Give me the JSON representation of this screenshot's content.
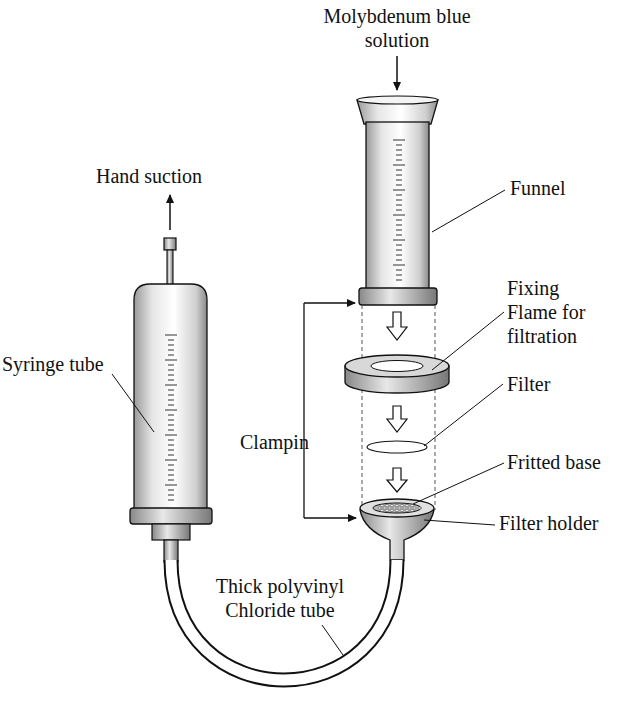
{
  "diagram": {
    "labels": [
      "Molybdenum blue solution",
      "Hand suction",
      "Funnel",
      "Fixing Flame for filtration",
      "Syringe tube",
      "Filter",
      "Clampin",
      "Fritted base",
      "Filter holder",
      "Thick polyvinyl Chloride tube"
    ]
  }
}
